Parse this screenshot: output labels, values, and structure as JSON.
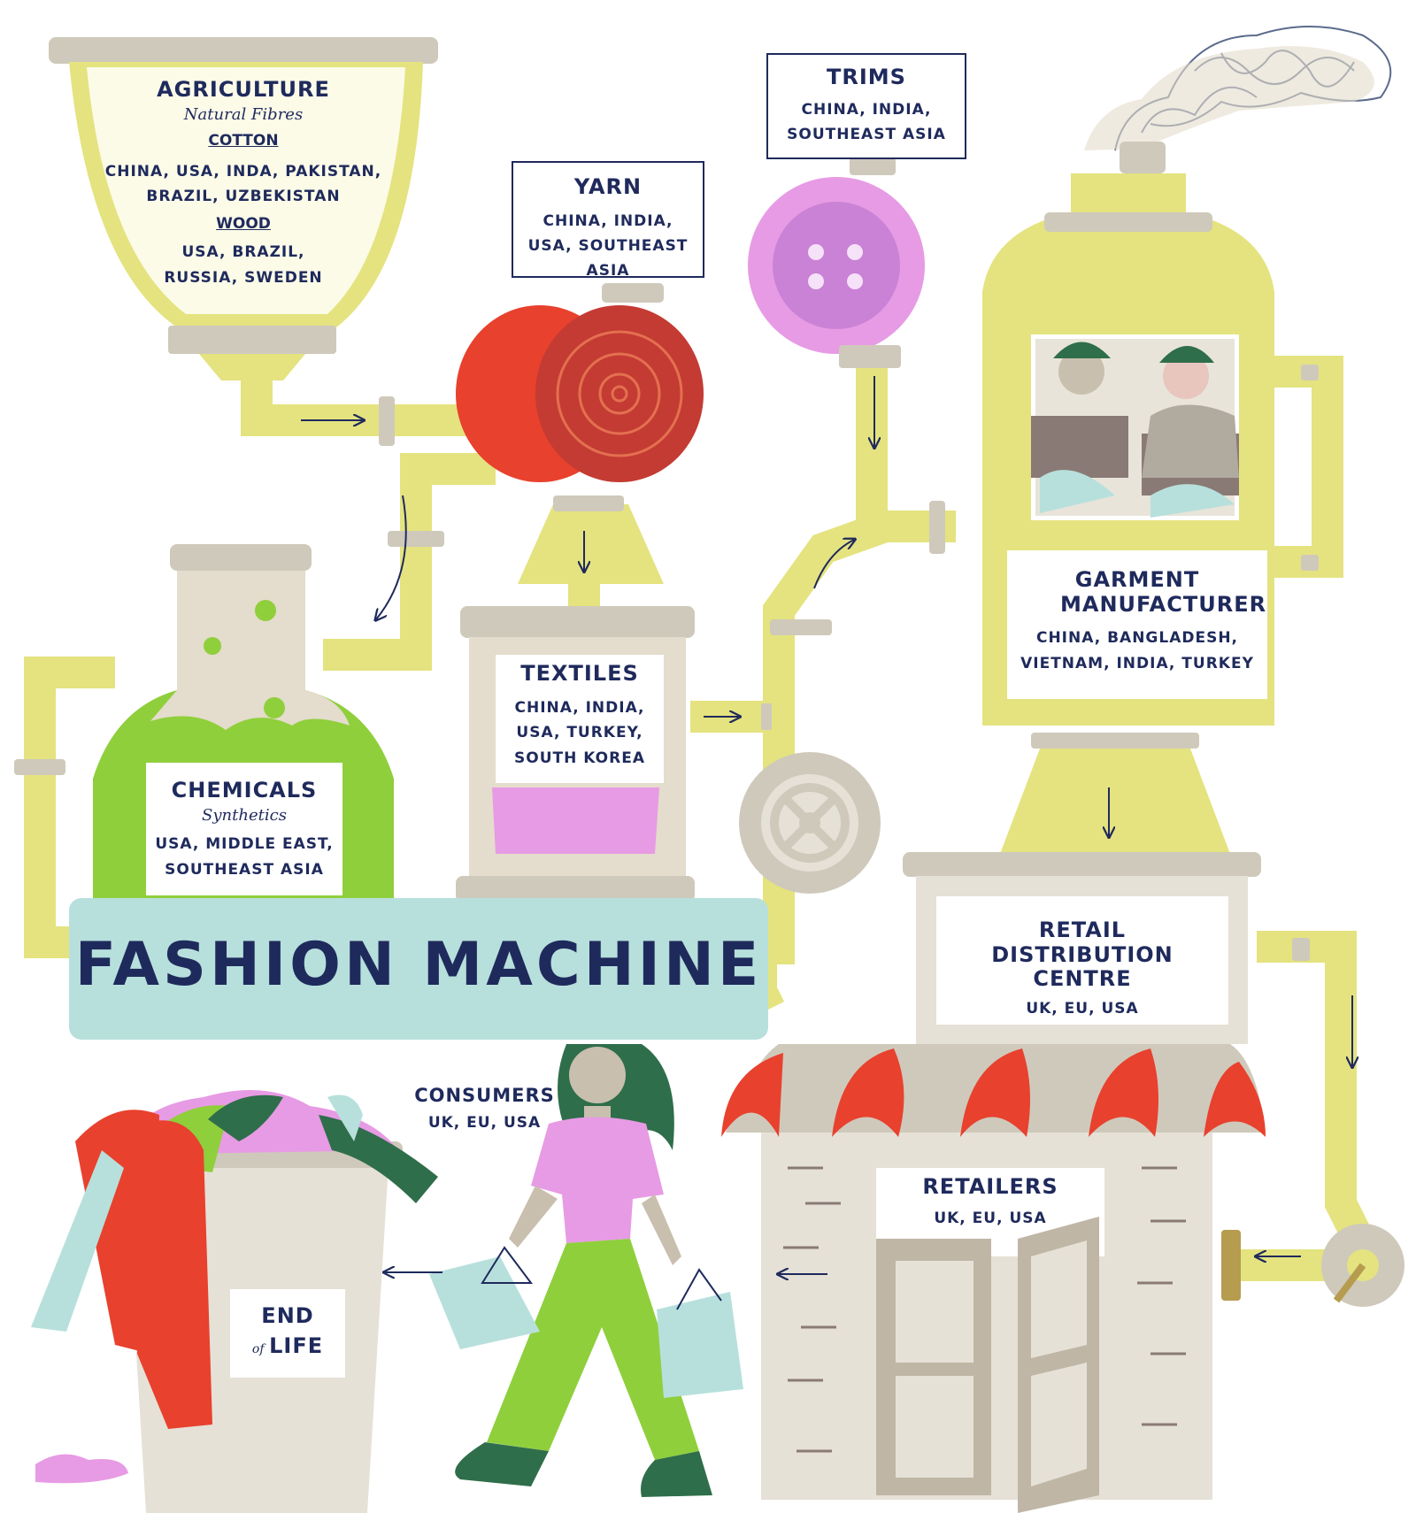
{
  "title": "FASHION MACHINE",
  "agriculture": {
    "heading": "AGRICULTURE",
    "subtitle": "Natural Fibres",
    "cotton_label": "COTTON",
    "cotton_countries": "CHINA, USA, INDA, PAKISTAN, BRAZIL, UZBEKISTAN",
    "wood_label": "WOOD",
    "wood_countries": "USA, BRAZIL, RUSSIA, SWEDEN"
  },
  "yarn": {
    "heading": "YARN",
    "countries": "CHINA, INDIA, USA, SOUTHEAST ASIA"
  },
  "trims": {
    "heading": "TRIMS",
    "countries": "CHINA, INDIA, SOUTHEAST ASIA"
  },
  "textiles": {
    "heading": "TEXTILES",
    "countries": "CHINA, INDIA, USA, TURKEY, SOUTH KOREA"
  },
  "chemicals": {
    "heading": "CHEMICALS",
    "subtitle": "Synthetics",
    "countries": "USA, MIDDLE EAST, SOUTHEAST ASIA"
  },
  "garment": {
    "heading": "GARMENT MANUFACTURER",
    "countries": "CHINA, BANGLADESH, VIETNAM, INDIA, TURKEY"
  },
  "distribution": {
    "heading": "RETAIL DISTRIBUTION CENTRE",
    "countries": "UK, EU, USA"
  },
  "retailers": {
    "heading": "RETAILERS",
    "countries": "UK, EU, USA"
  },
  "consumers": {
    "heading": "CONSUMERS",
    "countries": "UK, EU, USA"
  },
  "end_of_life": {
    "line1": "END",
    "of": "of",
    "line2": "LIFE"
  },
  "colors": {
    "pipe": "#e4e37f",
    "metal": "#cfc9bb",
    "navy": "#1f2a5c",
    "red": "#e8412e",
    "pink": "#e79be4",
    "green": "#8fcf3c",
    "mint": "#b7e0dc"
  }
}
